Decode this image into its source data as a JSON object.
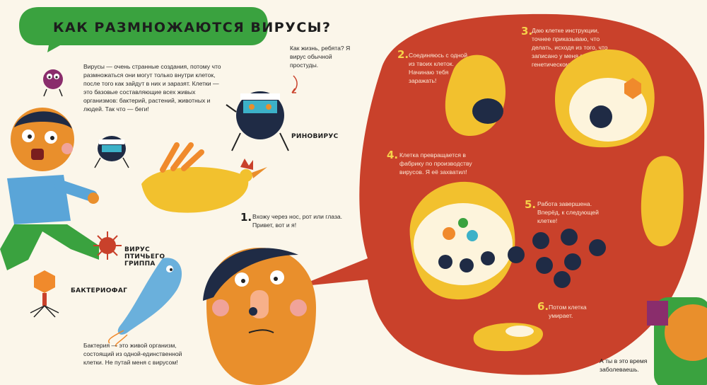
{
  "title": "КАК РАЗМНОЖАЮТСЯ ВИРУСЫ?",
  "intro": "Вирусы — очень странные создания, потому что размножаться они могут только внутри клеток, после того как зайдут в них и заразят. Клетки — это базовые составляющие всех живых организмов: бактерий, растений, животных и людей. Так что — беги!",
  "rhino_speech": "Как жизнь, ребята? Я вирус обычной простуды.",
  "labels": {
    "rhinovirus": "РИНОВИРУС",
    "bird_flu": "ВИРУС ПТИЧЬЕГО ГРИППА",
    "bacteriophage": "БАКТЕРИОФАГ"
  },
  "bacteria_note": "Бактерия — это живой организм, состоящий из одной-единственной клетки. Не путай меня с вирусом!",
  "steps": [
    {
      "num": "1.",
      "text": "Вхожу через нос, рот или глаза. Привет, вот и я!"
    },
    {
      "num": "2.",
      "text": "Соединяюсь с одной из твоих клеток. Начинаю тебя заражать!"
    },
    {
      "num": "3.",
      "text": "Даю клетке инструкции, точнее приказываю, что делать, исходя из того, что записано у меня в генетическом коде."
    },
    {
      "num": "4.",
      "text": "Клетка превращается в фабрику по производству вирусов. Я её захватил!"
    },
    {
      "num": "5.",
      "text": "Работа завершена. Вперёд, к следующей клетке!"
    },
    {
      "num": "6.",
      "text": "Потом клетка умирает."
    }
  ],
  "closing": "А ты в это время заболеваешь.",
  "colors": {
    "background": "#fbf6ea",
    "bubble_green": "#3aa23f",
    "big_red": "#c9412b",
    "cell_yellow": "#f2c12e",
    "virus_navy": "#1f2b45"
  }
}
